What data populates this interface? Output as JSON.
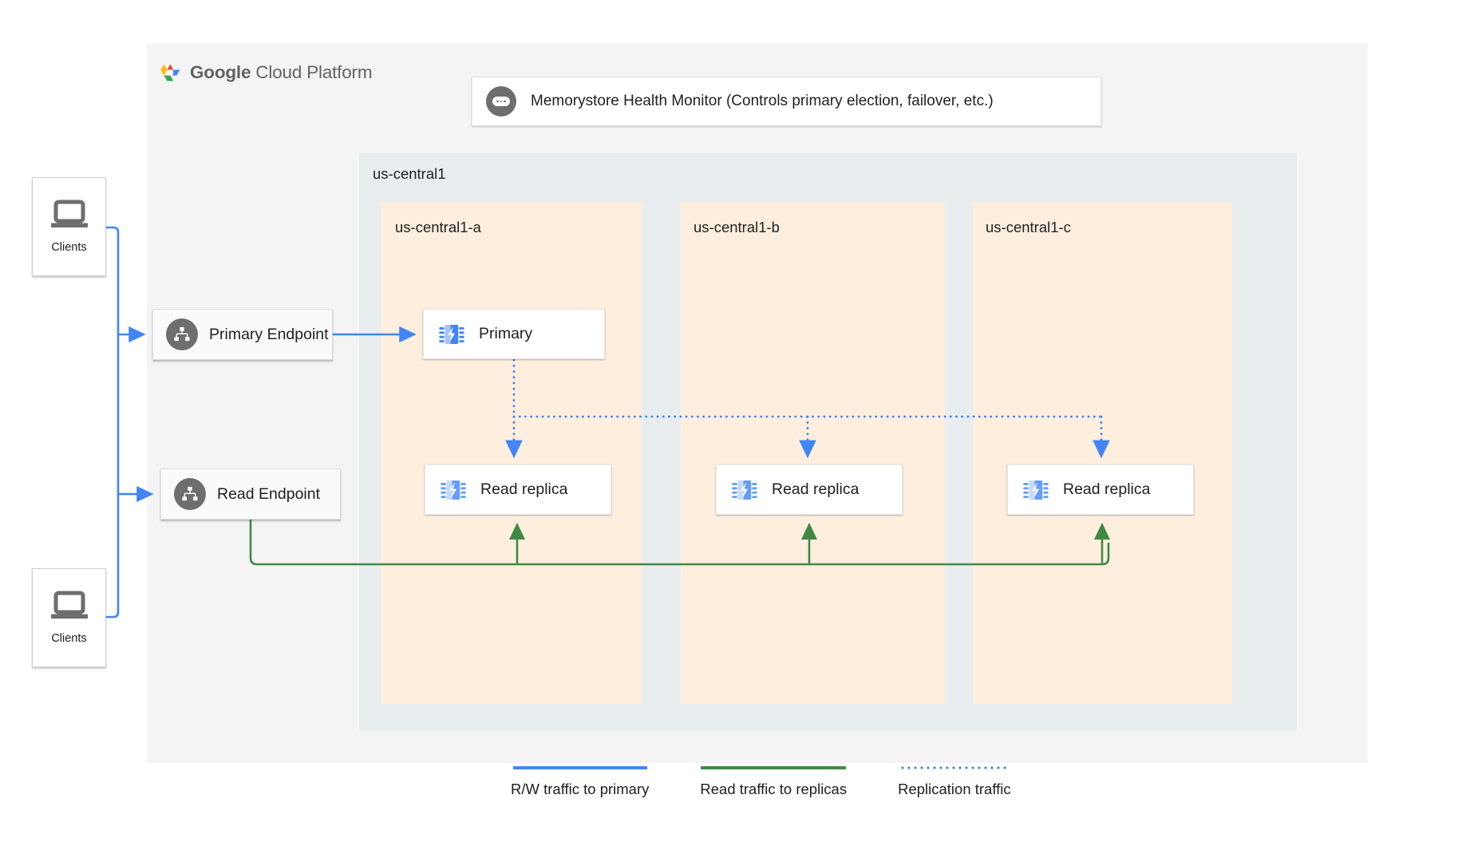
{
  "platform": {
    "brand_bold": "Google",
    "brand_light": "Cloud Platform",
    "logo_icon": "google-cloud-logo-icon"
  },
  "health_monitor": {
    "icon": "health-monitor-icon",
    "label": "Memorystore Health Monitor (Controls primary election, failover, etc.)"
  },
  "region": {
    "label": "us-central1",
    "zones": [
      {
        "label": "us-central1-a",
        "node": {
          "label": "Primary",
          "icon": "chip-primary-icon"
        },
        "replica": {
          "label": "Read replica",
          "icon": "chip-replica-icon"
        }
      },
      {
        "label": "us-central1-b",
        "replica": {
          "label": "Read replica",
          "icon": "chip-replica-icon"
        }
      },
      {
        "label": "us-central1-c",
        "replica": {
          "label": "Read replica",
          "icon": "chip-replica-icon"
        }
      }
    ]
  },
  "endpoints": [
    {
      "label": "Primary Endpoint",
      "icon": "network-hierarchy-icon"
    },
    {
      "label": "Read Endpoint",
      "icon": "network-hierarchy-icon"
    }
  ],
  "clients": [
    {
      "label": "Clients",
      "icon": "laptop-icon"
    },
    {
      "label": "Clients",
      "icon": "laptop-icon"
    }
  ],
  "legend": [
    {
      "text": "R/W traffic to primary",
      "style": "solid-blue",
      "color": "#4285f4"
    },
    {
      "text": "Read traffic to replicas",
      "style": "solid-green",
      "color": "#3f8a43"
    },
    {
      "text": "Replication traffic",
      "style": "dotted-blue",
      "color": "#4285f4"
    }
  ],
  "colors": {
    "panel_bg": "#f4f4f4",
    "region_bg": "#e8edf0",
    "zone_bg": "#fdeedd",
    "blue": "#4285f4",
    "green": "#3f8a43",
    "icon_gray": "#6e6e6e"
  }
}
